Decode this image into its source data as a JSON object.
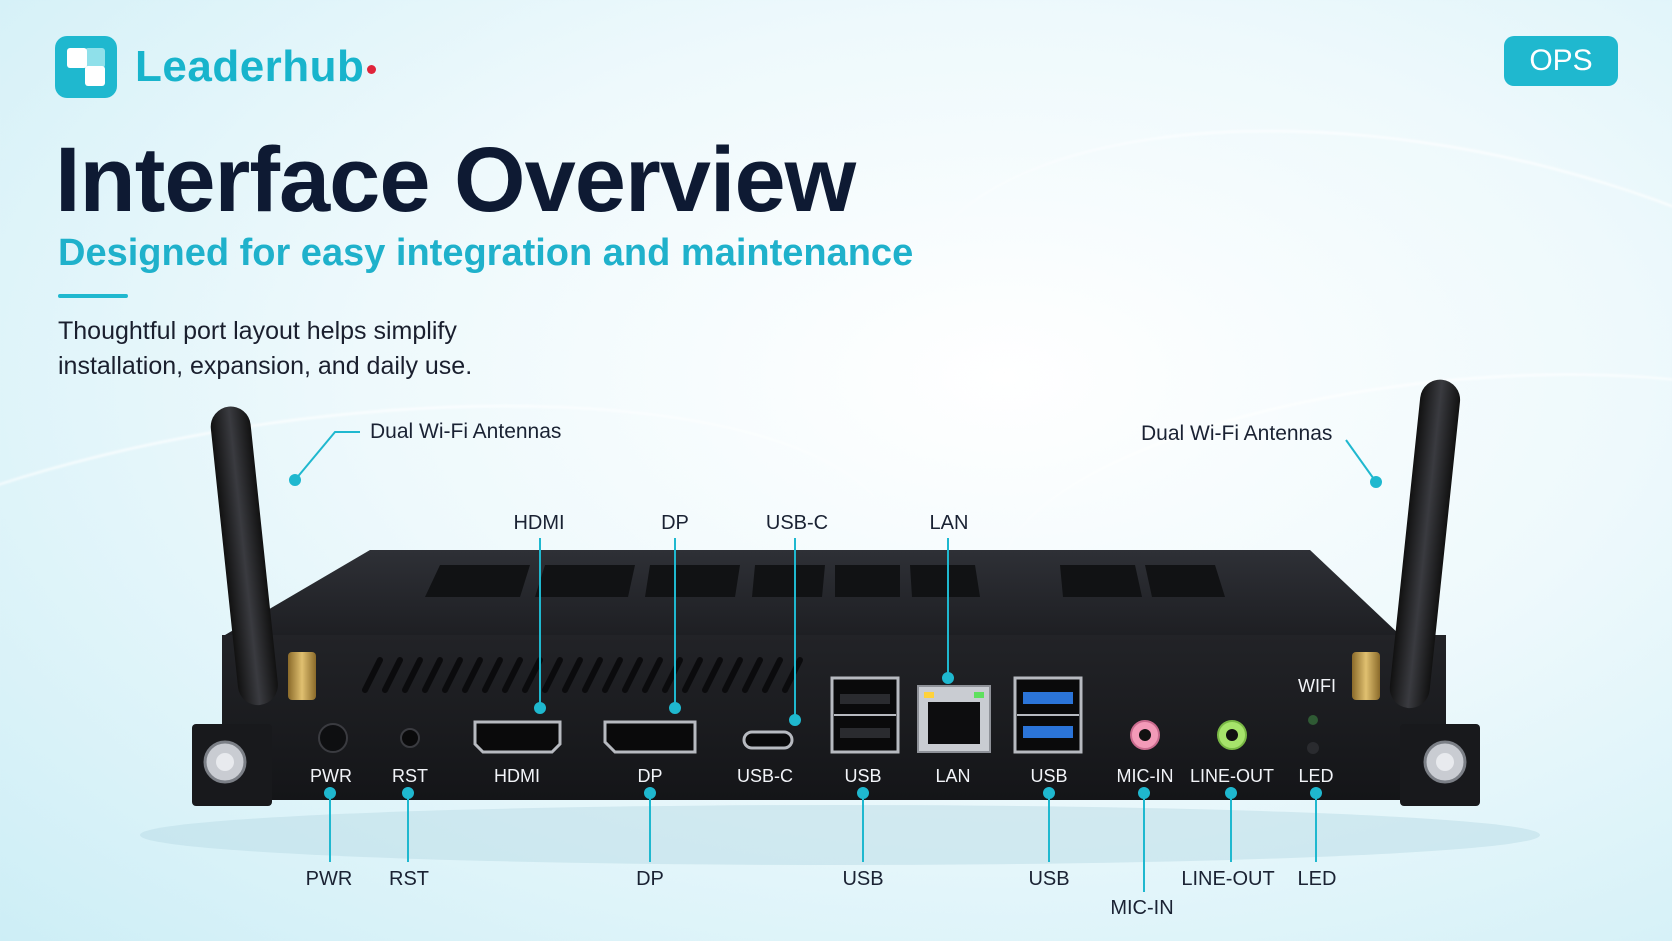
{
  "brand": {
    "name": "Leaderhub",
    "badge": "OPS"
  },
  "heading": {
    "title": "Interface Overview",
    "subtitle": "Designed for easy integration and maintenance",
    "description_lines": [
      "Thoughtful port layout helps simplify",
      "installation, expansion, and daily use."
    ]
  },
  "antennas": {
    "left_label": "Dual Wi-Fi Antennas",
    "right_label": "Dual Wi-Fi Antennas"
  },
  "top_callouts": {
    "hdmi": "HDMI",
    "dp": "DP",
    "usbc": "USB-C",
    "lan": "LAN"
  },
  "panel_labels": {
    "pwr": "PWR",
    "rst": "RST",
    "hdmi": "HDMI",
    "dp": "DP",
    "usbc": "USB-C",
    "usb1": "USB",
    "lan": "LAN",
    "usb2": "USB",
    "micin": "MIC-IN",
    "lineout": "LINE-OUT",
    "led": "LED",
    "wifi": "WIFI"
  },
  "bottom_callouts": {
    "pwr": "PWR",
    "rst": "RST",
    "dp": "DP",
    "usb1": "USB",
    "usb2": "USB",
    "micin": "MIC-IN",
    "lineout": "LINE-OUT",
    "led": "LED"
  },
  "colors": {
    "accent": "#1fb8cf",
    "title": "#0e1a33",
    "chassis": "#1b1c1f",
    "usb3_blue": "#2b74d8"
  }
}
